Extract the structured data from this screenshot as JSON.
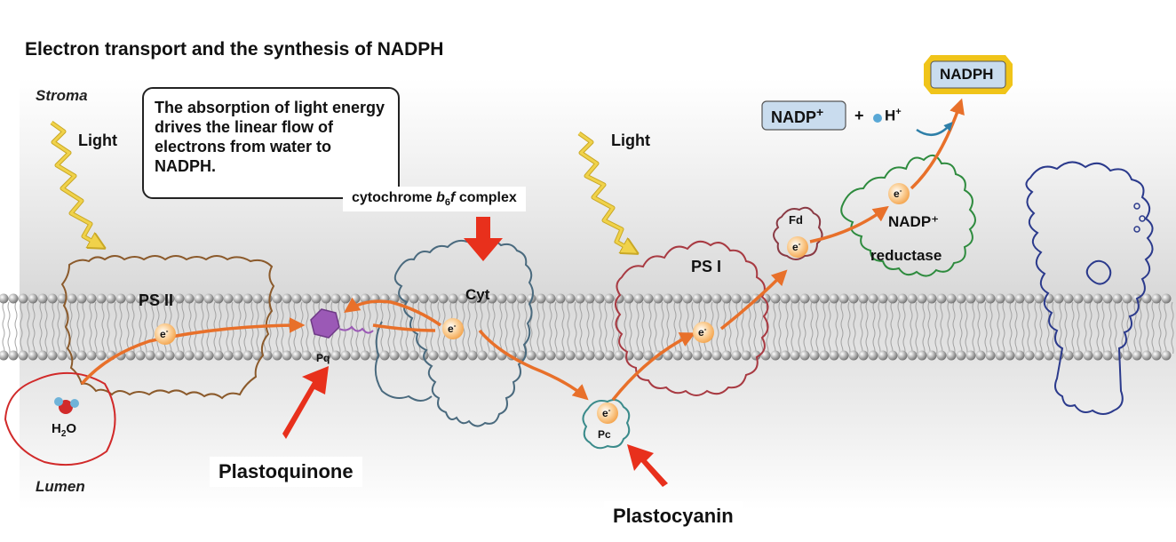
{
  "title": "Electron transport and the synthesis of NADPH",
  "regions": {
    "stroma": "Stroma",
    "lumen": "Lumen"
  },
  "callout": "The absorption of light energy drives the linear flow of electrons from water to NADPH.",
  "light": [
    "Light",
    "Light"
  ],
  "complexes": {
    "ps2": "PS II",
    "cyt": "Cyt",
    "ps1": "PS I",
    "pq": "Pq",
    "pc": "Pc",
    "fd": "Fd",
    "reductase_line1": "NADP⁺",
    "reductase_line2": "reductase"
  },
  "cytochrome_label": {
    "prefix": "cytochrome ",
    "b": "b",
    "sub": "6",
    "f": "f",
    "suffix": " complex"
  },
  "water": {
    "H": "H",
    "sub": "2",
    "O": "O"
  },
  "electron": {
    "e": "e",
    "sup": "-"
  },
  "products": {
    "nadp": "NADP",
    "plus": "+",
    "plus_sign": "+",
    "h": "H",
    "h_sup": "+",
    "nadph": "NADPH"
  },
  "pointers": {
    "plastoquinone": "Plastoquinone",
    "plastocyanin": "Plastocyanin"
  },
  "colors": {
    "electron_arrow": "#E8702A",
    "pointer_arrow": "#E8301C",
    "ps2": "#8B5A2B",
    "cyt": "#4A6A7E",
    "ps1": "#A83A42",
    "fd": "#8A3A44",
    "reductase": "#2E8B3E",
    "atp_synthase": "#2B3A8C",
    "pq": "#9B59B6",
    "pc": "#3B8B8B",
    "water_circle": "#D12A2A",
    "nadph_fill": "#C9DCEE",
    "nadph_border": "#F0C419",
    "light": "#F0D24A"
  }
}
